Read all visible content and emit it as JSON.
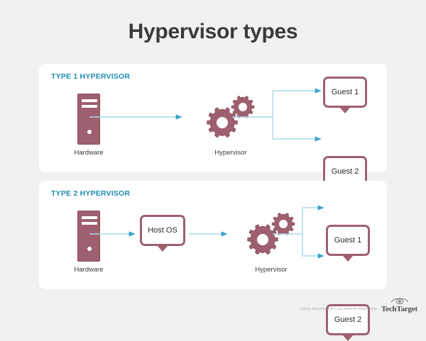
{
  "page": {
    "title": "Hypervisor types",
    "background_color": "#f1f1f1"
  },
  "colors": {
    "accent_heading": "#1f8cb0",
    "icon_maroon": "#9e5f6e",
    "wire_line": "#a9d9e8",
    "arrow_head": "#3ba3cc",
    "text_dark": "#3a3a3c",
    "panel_bg": "#ffffff"
  },
  "panels": [
    {
      "id": "type1",
      "heading": "TYPE 1 HYPERVISOR",
      "nodes": {
        "hardware": {
          "label": "Hardware",
          "icon": "server-tower-icon"
        },
        "hypervisor": {
          "label": "Hypervisor",
          "icon": "gears-icon"
        },
        "guests": [
          {
            "label": "Guest 1",
            "icon": "monitor-icon"
          },
          {
            "label": "Guest 2",
            "icon": "monitor-icon"
          }
        ]
      }
    },
    {
      "id": "type2",
      "heading": "TYPE 2 HYPERVISOR",
      "nodes": {
        "hardware": {
          "label": "Hardware",
          "icon": "server-tower-icon"
        },
        "host_os": {
          "label": "Host OS",
          "icon": "monitor-icon"
        },
        "hypervisor": {
          "label": "Hypervisor",
          "icon": "gears-icon"
        },
        "guests": [
          {
            "label": "Guest 1",
            "icon": "monitor-icon"
          },
          {
            "label": "Guest 2",
            "icon": "monitor-icon"
          }
        ]
      }
    }
  ],
  "footer": {
    "copyright": "©2016 TECHTARGET, ALL RIGHTS RESERVED",
    "logo_text": "TechTarget",
    "logo_icon": "eye-icon"
  }
}
